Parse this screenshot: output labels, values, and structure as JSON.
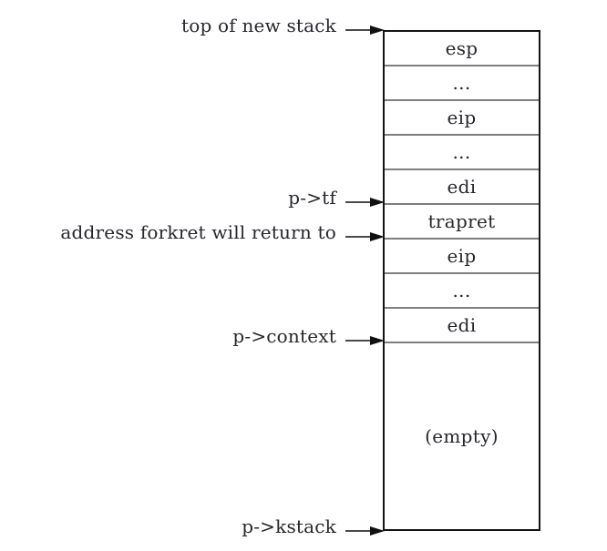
{
  "figure": {
    "description": "stack-layout-diagram",
    "stack": {
      "cells": [
        {
          "label": "esp"
        },
        {
          "label": "..."
        },
        {
          "label": "eip"
        },
        {
          "label": "..."
        },
        {
          "label": "edi"
        },
        {
          "label": "trapret"
        },
        {
          "label": "eip"
        },
        {
          "label": "..."
        },
        {
          "label": "edi"
        },
        {
          "label": "(empty)"
        }
      ]
    },
    "pointers": [
      {
        "label": "top of new stack",
        "icon": "arrow-right-icon"
      },
      {
        "label": "p->tf",
        "icon": "arrow-right-icon"
      },
      {
        "label": "address forkret will return to",
        "icon": "arrow-right-icon"
      },
      {
        "label": "p->context",
        "icon": "arrow-right-icon"
      },
      {
        "label": "p->kstack",
        "icon": "arrow-right-icon"
      }
    ],
    "colors": {
      "background": "#ffffff",
      "box_border": "#141414",
      "cell_divider": "#7e7e7e",
      "text": "#26262c",
      "arrow_line": "#4a4a4a",
      "arrow_head": "#111111"
    }
  }
}
